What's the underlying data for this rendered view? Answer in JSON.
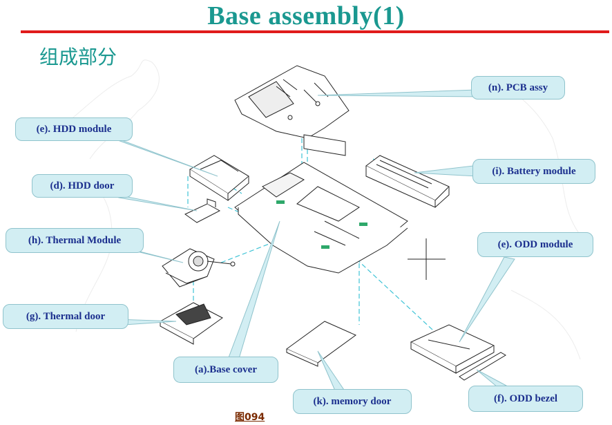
{
  "title": "Base  assembly(1)",
  "subtitle": "组成部分",
  "figure_caption": "图094",
  "colors": {
    "title": "#1a9890",
    "rule": "#e01b1b",
    "callout_fill": "#d2eef3",
    "callout_text": "#1b2f8e",
    "dash_line": "#3ec3d6"
  },
  "callouts": {
    "pcb": "(n). PCB assy",
    "hdd_module": "(e).  HDD module",
    "battery": "(i). Battery module",
    "hdd_door": "(d).  HDD door",
    "thermal_module": "(h). Thermal Module",
    "odd_module": "(e). ODD module",
    "thermal_door": "(g). Thermal door",
    "base_cover": "(a).Base cover",
    "memory_door": "(k). memory door",
    "odd_bezel": "(f). ODD bezel"
  }
}
